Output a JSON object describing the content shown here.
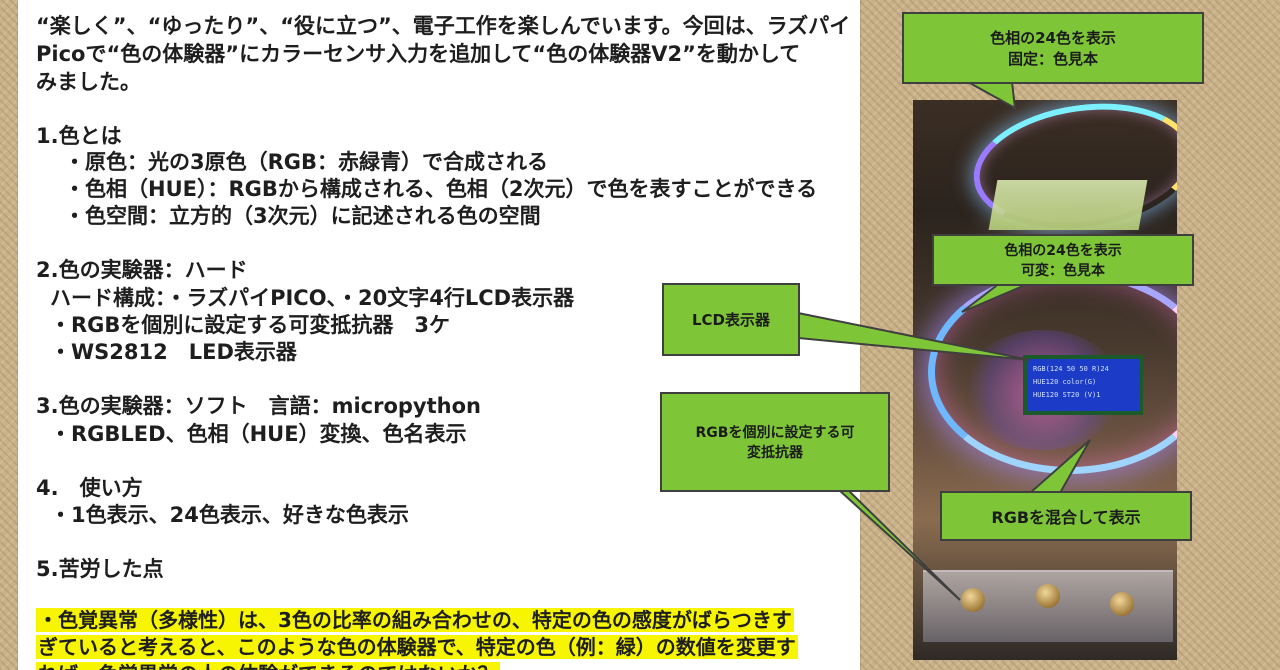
{
  "article": {
    "intro": [
      "“楽しく”、“ゆったり”、“役に立つ”、電子工作を楽しんでいます。今回は、ラズパイ",
      "Picoで“色の体験器”にカラーセンサ入力を追加して“色の体験器V2”を動かして",
      "みました。"
    ],
    "section1": {
      "heading": "1.色とは",
      "items": [
        "・原色：光の3原色（RGB：赤緑青）で合成される",
        "・色相（HUE）：RGBから構成される、色相（2次元）で色を表すことができる",
        "・色空間：立方的（3次元）に記述される色の空間"
      ]
    },
    "section2": {
      "heading": "2.色の実験器：ハード",
      "items": [
        "ハード構成：・ラズパイPICO、・20文字4行LCD表示器",
        "・RGBを個別に設定する可変抵抗器　3ケ",
        "・WS2812　LED表示器"
      ]
    },
    "section3": {
      "heading": "3.色の実験器：ソフト　言語：micropython",
      "items": [
        "・RGBLED、色相（HUE）変換、色名表示"
      ]
    },
    "section4": {
      "heading": "4.　使い方",
      "items": [
        "・1色表示、24色表示、好きな色表示"
      ]
    },
    "section5": {
      "heading": "5.苦労した点",
      "highlight": [
        "・色覚異常（多様性）は、3色の比率の組み合わせの、特定の色の感度がばらつきす",
        "ぎていると考えると、このような色の体験器で、特定の色（例：緑）の数値を変更す",
        "れば、色覚異常の人の体験ができるのではないか？"
      ]
    }
  },
  "callouts": {
    "fixed": [
      "色相の24色を表示",
      "固定：色見本"
    ],
    "variable": [
      "色相の24色を表示",
      "可変：色見本"
    ],
    "lcd": [
      "LCD表示器"
    ],
    "rgb_pots": [
      "RGBを個別に設定する可",
      "変抵抗器"
    ],
    "mix": [
      "RGBを混合して表示"
    ]
  },
  "lcd_screen": {
    "rows": [
      "RGB(124 50 50 R)24",
      "HUE120 color(G)",
      "HUE120 ST20 (V)1"
    ]
  },
  "colors": {
    "callout_fill": "#7ec637",
    "highlight": "#f7f600",
    "panel_bg": "#ffffff",
    "frame_bg": "#c9b28a"
  }
}
